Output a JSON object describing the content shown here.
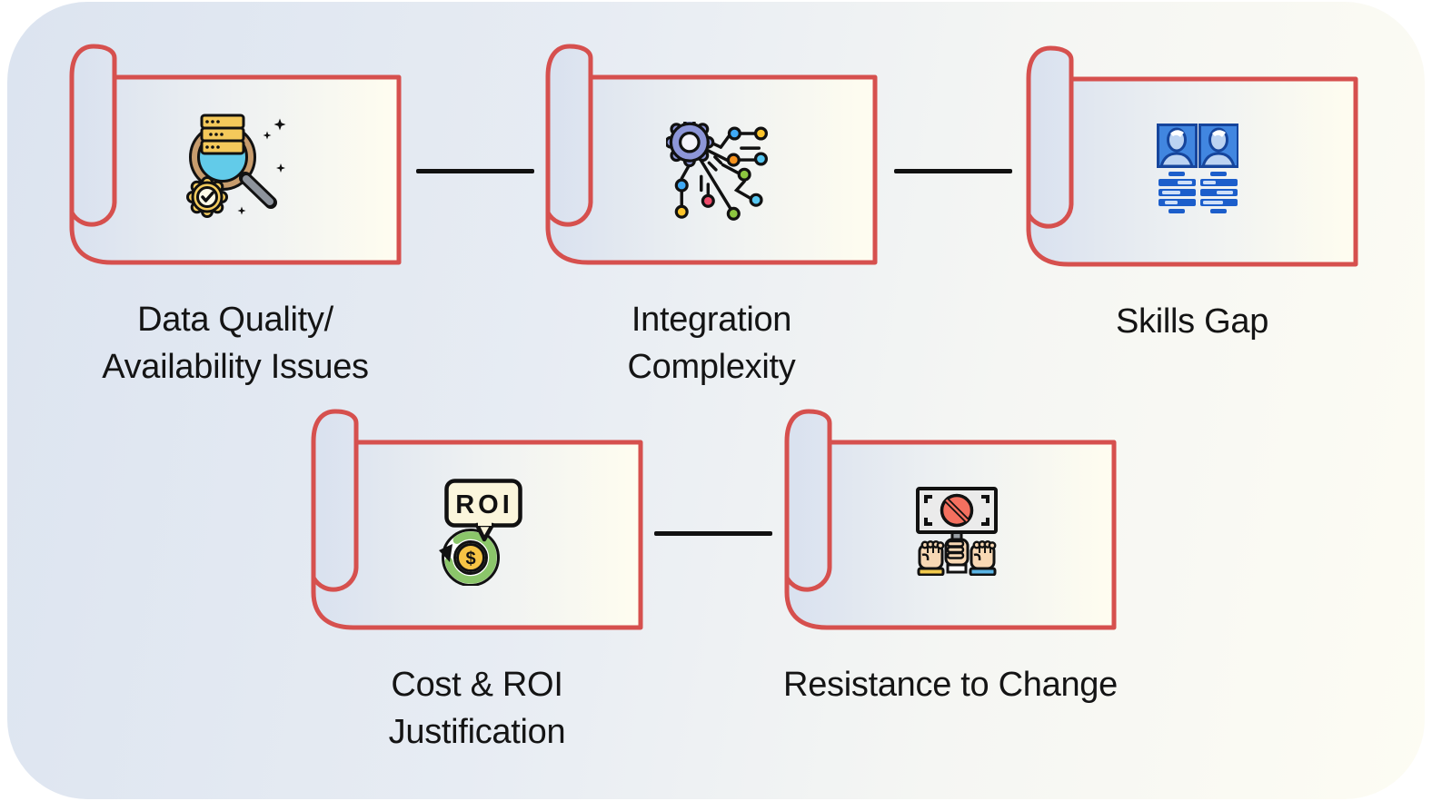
{
  "diagram_title": "",
  "cards": [
    {
      "id": "data-quality",
      "lines": [
        "Data Quality/",
        "Availability Issues"
      ],
      "icon": "database-search-magnifier-icon"
    },
    {
      "id": "integration-complexity",
      "lines": [
        "Integration",
        "Complexity"
      ],
      "icon": "gear-circuit-icon"
    },
    {
      "id": "skills-gap",
      "lines": [
        "Skills Gap"
      ],
      "icon": "candidate-profiles-icon"
    },
    {
      "id": "cost-roi",
      "lines": [
        "Cost & ROI",
        "Justification"
      ],
      "icon": "roi-money-cycle-icon",
      "icon_text": {
        "bubble": "ROI",
        "coin": "$"
      }
    },
    {
      "id": "resistance-to-change",
      "lines": [
        "Resistance to Change"
      ],
      "icon": "protest-sign-fists-icon"
    }
  ],
  "connectors": {
    "count": 3,
    "style": "solid black line"
  },
  "colors": {
    "accent_red": "#d6504e",
    "connector_black": "#111111",
    "text": "#141414",
    "panel_blue": "#dce4f0",
    "panel_cream": "#fdfcf3",
    "card_blue": "#d9e1ef",
    "card_cream": "#fffdf0",
    "icon_yellow": "#f4c95b",
    "icon_blue_lens": "#62cbe9",
    "icon_tan_ring": "#c79c6d",
    "icon_gear_purple": "#8d96d8",
    "icon_profile_blue": "#4186e0",
    "icon_profile_navy": "#16459c",
    "icon_bar_blue": "#1c5ecb",
    "icon_green_ring": "#8bc66a",
    "icon_coin_yellow": "#f6c445",
    "icon_prohibit_red": "#f4705f",
    "icon_skin": "#f8d8b4",
    "icon_cuff_yellow": "#f2c94c",
    "icon_cuff_blue": "#5ab4e5",
    "node_blue": "#3fa9f5",
    "node_yellow": "#fdc52c",
    "node_orange": "#f7931e",
    "node_cyan": "#56c7f2",
    "node_green": "#8cc63f",
    "node_red": "#ef4b6b"
  }
}
